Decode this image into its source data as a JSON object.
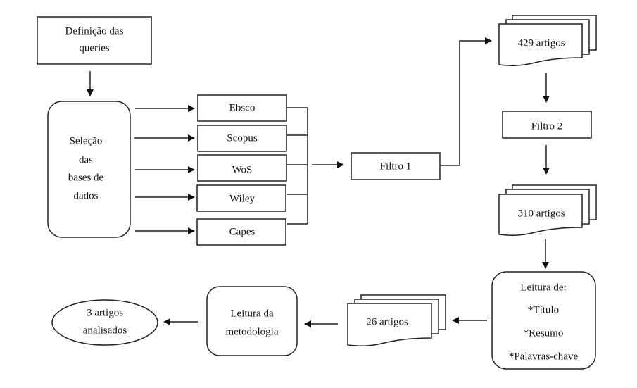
{
  "diagram": {
    "type": "flowchart",
    "style": {
      "stroke_color": "#222222",
      "text_color": "#111111",
      "background": "#ffffff"
    },
    "nodes": {
      "definicao": {
        "shape": "rectangle",
        "lines": [
          "Definição das",
          "queries"
        ]
      },
      "selecao": {
        "shape": "rounded-rectangle",
        "lines": [
          "Seleção",
          "das",
          "bases de",
          "dados"
        ]
      },
      "ebsco": {
        "shape": "rectangle",
        "label": "Ebsco"
      },
      "scopus": {
        "shape": "rectangle",
        "label": "Scopus"
      },
      "wos": {
        "shape": "rectangle",
        "label": "WoS"
      },
      "wiley": {
        "shape": "rectangle",
        "label": "Wiley"
      },
      "capes": {
        "shape": "rectangle",
        "label": "Capes"
      },
      "filtro1": {
        "shape": "rectangle",
        "label": "Filtro 1"
      },
      "artigos429": {
        "shape": "multi-document",
        "label": "429 artigos"
      },
      "filtro2": {
        "shape": "rectangle",
        "label": "Filtro 2"
      },
      "artigos310": {
        "shape": "multi-document",
        "label": "310 artigos"
      },
      "leitura_de": {
        "shape": "rounded-rectangle",
        "lines": [
          "Leitura de:",
          "*Título",
          "*Resumo",
          "*Palavras-chave"
        ]
      },
      "artigos26": {
        "shape": "multi-document",
        "label": "26 artigos"
      },
      "leitura_metodologia": {
        "shape": "rounded-rectangle",
        "lines": [
          "Leitura da",
          "metodologia"
        ]
      },
      "analisados": {
        "shape": "ellipse",
        "lines": [
          "3 artigos",
          "analisados"
        ]
      }
    },
    "edges": [
      {
        "from": "definicao",
        "to": "selecao"
      },
      {
        "from": "selecao",
        "to": "ebsco"
      },
      {
        "from": "selecao",
        "to": "scopus"
      },
      {
        "from": "selecao",
        "to": "wos"
      },
      {
        "from": "selecao",
        "to": "wiley"
      },
      {
        "from": "selecao",
        "to": "capes"
      },
      {
        "from": [
          "ebsco",
          "scopus",
          "wos",
          "wiley",
          "capes"
        ],
        "to": "filtro1",
        "kind": "merge-bracket"
      },
      {
        "from": "filtro1",
        "to": "artigos429",
        "kind": "elbow"
      },
      {
        "from": "artigos429",
        "to": "filtro2"
      },
      {
        "from": "filtro2",
        "to": "artigos310"
      },
      {
        "from": "artigos310",
        "to": "leitura_de"
      },
      {
        "from": "leitura_de",
        "to": "artigos26"
      },
      {
        "from": "artigos26",
        "to": "leitura_metodologia"
      },
      {
        "from": "leitura_metodologia",
        "to": "analisados"
      }
    ]
  }
}
